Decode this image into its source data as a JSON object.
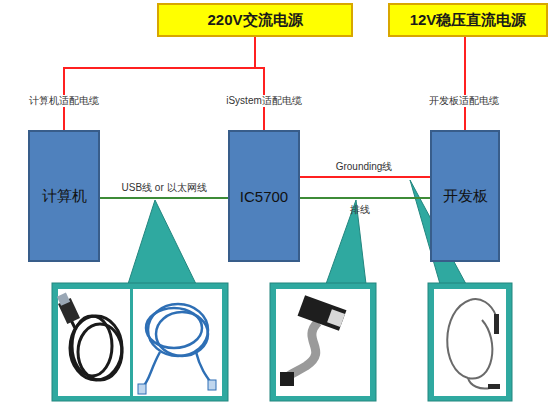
{
  "diagram": {
    "nodes": [
      {
        "text": [
          "220V交流电源"
        ]
      },
      {
        "text": [
          "12V稳压直流电源"
        ]
      },
      {
        "text": [
          "计算机"
        ]
      },
      {
        "text": [
          "IC5700"
        ]
      },
      {
        "text": [
          "开发板"
        ]
      }
    ],
    "edges": [
      {
        "from": 0,
        "to": 2,
        "label": "计算机适配电缆",
        "arrow": "none"
      },
      {
        "from": 0,
        "to": 3,
        "label": "iSystem适配电缆",
        "arrow": "none"
      },
      {
        "from": 1,
        "to": 4,
        "label": "开发板适配电缆",
        "arrow": "none"
      },
      {
        "from": 2,
        "to": 3,
        "label": "USB线 or 以太网线",
        "arrow": "none"
      },
      {
        "from": 3,
        "to": 4,
        "label": "Grounding线",
        "arrow": "none"
      },
      {
        "from": 3,
        "to": 4,
        "label": "排线",
        "arrow": "none"
      }
    ]
  }
}
